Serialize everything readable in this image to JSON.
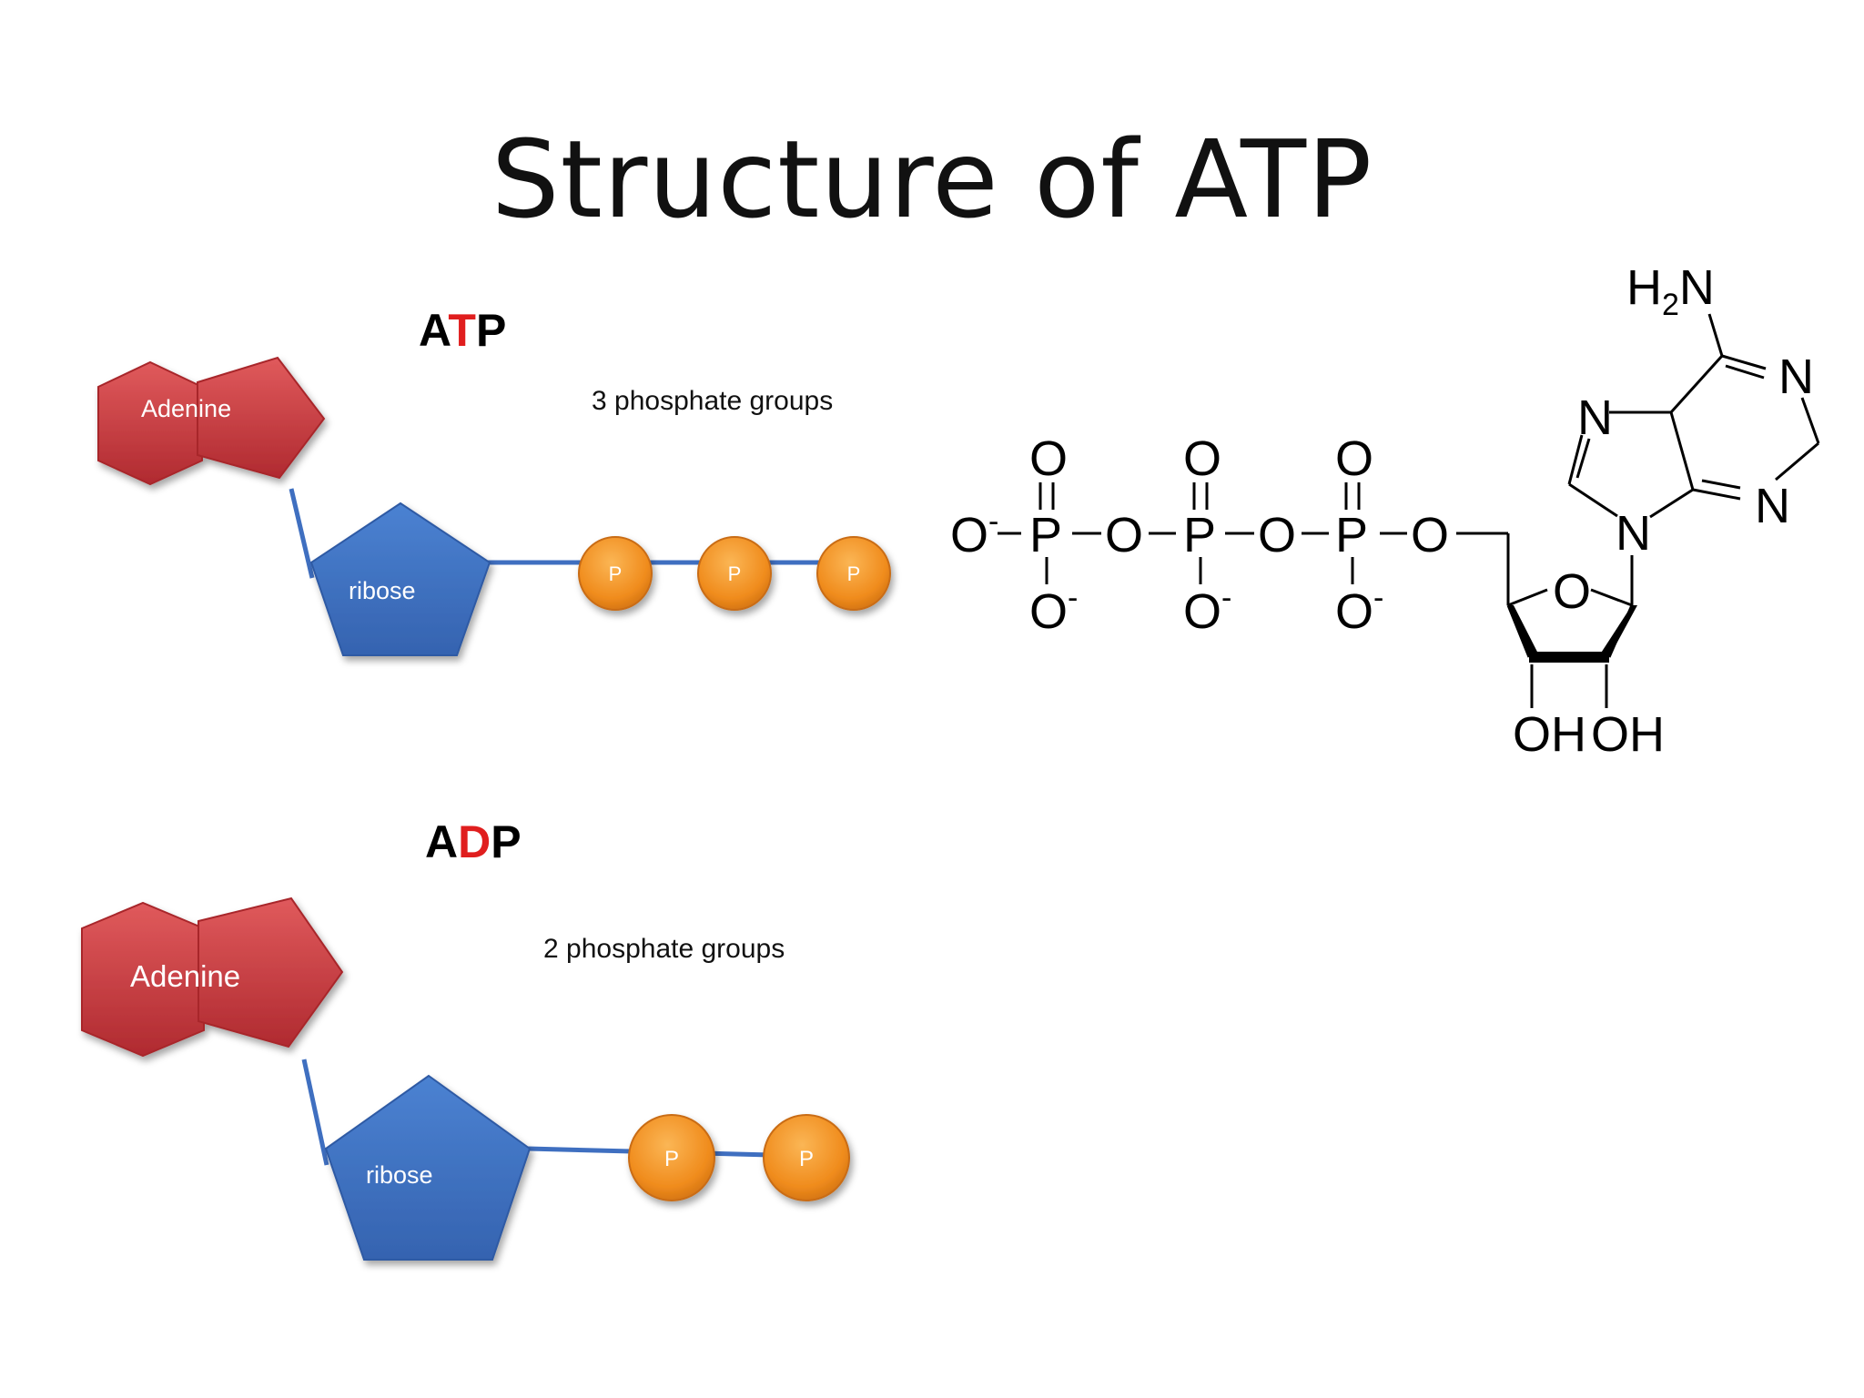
{
  "title": "Structure of ATP",
  "atp": {
    "heading": [
      "A",
      "T",
      "P"
    ],
    "caption": "3 phosphate groups",
    "adenine_label": "Adenine",
    "ribose_label": "ribose",
    "phosphates": [
      "P",
      "P",
      "P"
    ]
  },
  "adp": {
    "heading": [
      "A",
      "D",
      "P"
    ],
    "caption": "2 phosphate groups",
    "adenine_label": "Adenine",
    "ribose_label": "ribose",
    "phosphates": [
      "P",
      "P"
    ]
  },
  "formula": {
    "amine": "H",
    "amine_sub": "2",
    "amine_n": "N",
    "ring_n1": "N",
    "ring_n2": "N",
    "ring_n3": "N",
    "ring_n4": "N",
    "ring_o": "O",
    "oh1": "OH",
    "oh2": "OH",
    "o_minus_left": "O",
    "minus": "-",
    "p": [
      "P",
      "P",
      "P"
    ],
    "bridge_o": [
      "O",
      "O",
      "O"
    ],
    "top_o": [
      "O",
      "O",
      "O"
    ],
    "bottom_o": [
      "O",
      "O",
      "O"
    ]
  },
  "colors": {
    "adenine": "#c7343a",
    "ribose": "#3f6fc0",
    "phosphate": "#f29b25",
    "highlight": "#e01e1e"
  }
}
